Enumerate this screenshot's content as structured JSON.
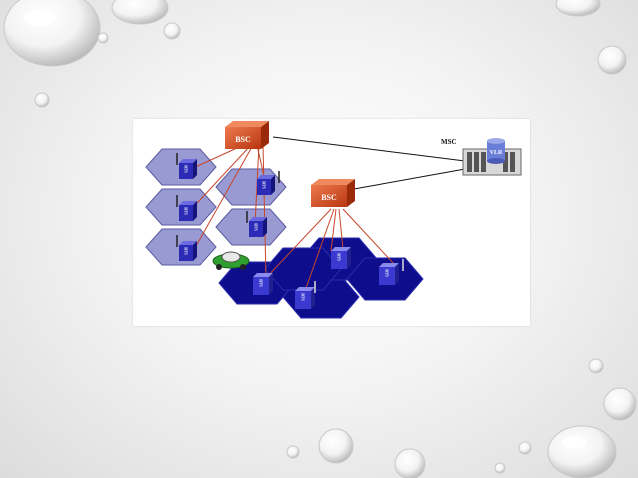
{
  "diagram": {
    "bsc_label": "BSC",
    "msc_label": "MSC",
    "vlr_label": "VLR",
    "bts_label": "BTS",
    "colors": {
      "light_cell": "#9a9ad2",
      "dark_cell": "#0e0e8c",
      "bsc_box": "#d24a1e",
      "link_line": "#c8452a",
      "bts_cube": "#2b2bb8"
    }
  }
}
